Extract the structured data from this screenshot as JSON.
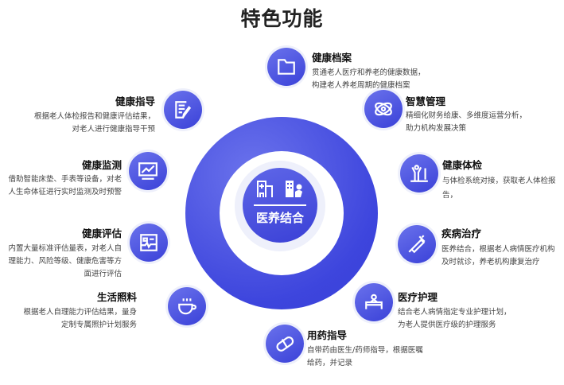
{
  "title": "特色功能",
  "center": {
    "label": "医养结合"
  },
  "features": [
    {
      "title": "健康档案",
      "desc": [
        "贯通老人医疗和养老的健康数据，",
        "构建老人养老周期的健康档案"
      ],
      "icon": "folder-icon"
    },
    {
      "title": "智慧管理",
      "desc": [
        "精细化财务给康、多维度运营分析，",
        "助力机构发展决策"
      ],
      "icon": "atom-icon"
    },
    {
      "title": "健康体检",
      "desc": [
        "与体检系统对接，获取老人体检报",
        "告，"
      ],
      "icon": "person-checkup-icon"
    },
    {
      "title": "疾病治疗",
      "desc": [
        "医养结合，根据老人病情医疗机构",
        "及时就诊，养老机构康复治疗"
      ],
      "icon": "syringe-icon"
    },
    {
      "title": "医疗护理",
      "desc": [
        "结合老人病情指定专业护理计划，",
        "为老人提供医疗级的护理服务"
      ],
      "icon": "nursing-bed-icon"
    },
    {
      "title": "用药指导",
      "desc": [
        "自带药由医生/药师指导，根据医嘱",
        "给药，并记录"
      ],
      "icon": "pill-icon"
    },
    {
      "title": "生活照料",
      "desc": [
        "根据老人自理能力评估结果，量身",
        "定制专属照护计划服务"
      ],
      "icon": "cup-icon"
    },
    {
      "title": "健康评估",
      "desc": [
        "内置大量标准评估量表，对老人自",
        "理能力、风险等级、健康危害等方",
        "面进行评估"
      ],
      "icon": "report-icon"
    },
    {
      "title": "健康监测",
      "desc": [
        "借助智能床垫、手表等设备，对老",
        "人生命体征进行实时监测及时预警"
      ],
      "icon": "monitor-chart-icon"
    },
    {
      "title": "健康指导",
      "desc": [
        "根据老人体检报告和健康评估结果，",
        "对老人进行健康指导干预"
      ],
      "icon": "document-pen-icon"
    }
  ]
}
